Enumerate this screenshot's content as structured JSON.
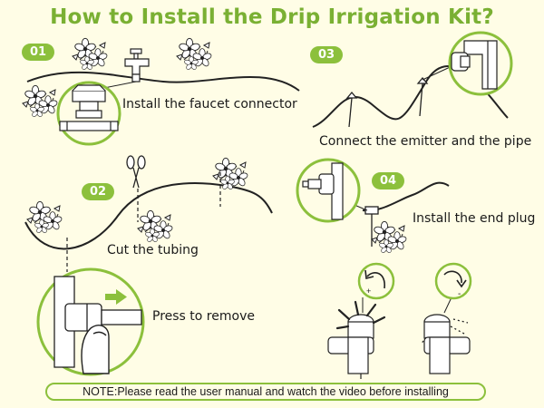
{
  "title": "How to Install the Drip Irrigation Kit?",
  "steps": [
    {
      "number": "01",
      "caption": "Install the faucet connector"
    },
    {
      "number": "02",
      "caption": "Cut the tubing"
    },
    {
      "number": "03",
      "caption": "Connect the emitter and the pipe"
    },
    {
      "number": "04",
      "caption": "Install the end plug"
    }
  ],
  "press_caption": "Press to remove",
  "note": "NOTE:Please read the user manual and watch the video before installing",
  "colors": {
    "accent": "#8cc03c",
    "title": "#7ab033",
    "background": "#fffde6",
    "ink": "#222222"
  },
  "icons": [
    "flower-icon",
    "faucet-icon",
    "scissors-icon",
    "finger-icon",
    "arrow-right-icon",
    "rotate-ccw-icon",
    "rotate-cw-icon",
    "emitter-icon"
  ]
}
